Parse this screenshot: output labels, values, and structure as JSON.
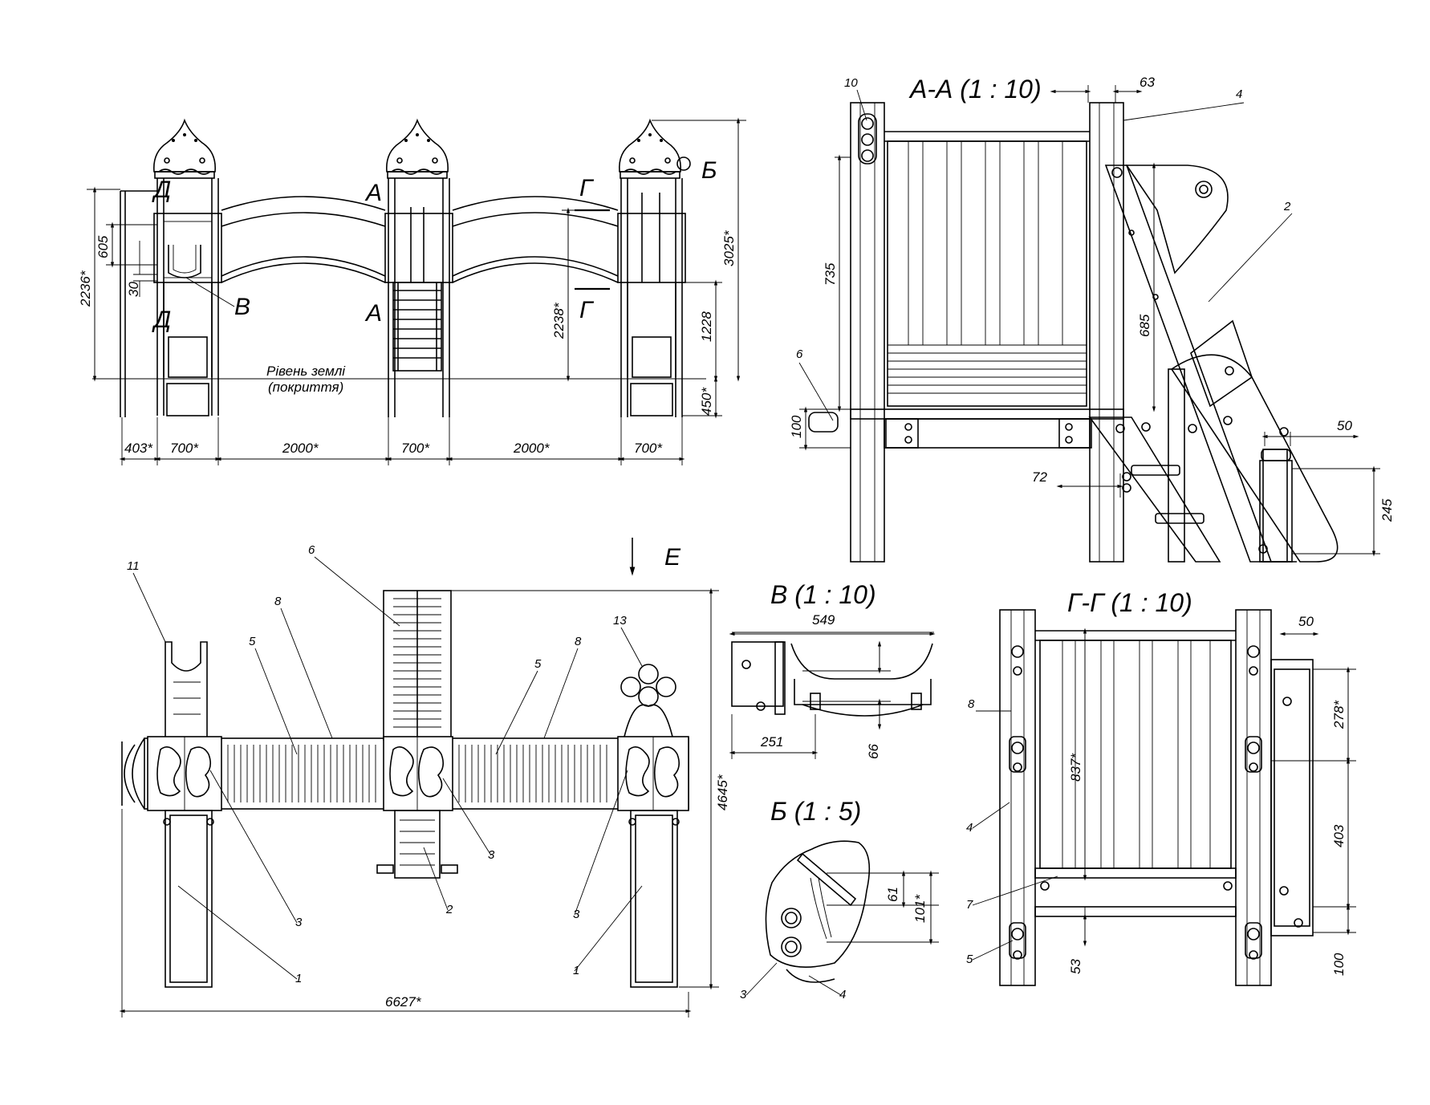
{
  "main_view": {
    "cuts": {
      "a": "А",
      "b": "Б",
      "v": "В",
      "g": "Г",
      "d": "Д"
    },
    "ground_label_1": "Рівень землі",
    "ground_label_2": "(покриття)",
    "dims": {
      "h_605": "605",
      "h_30": "30",
      "h_2236": "2236*",
      "h_2238": "2238*",
      "h_1228": "1228",
      "h_3025": "3025*",
      "h_450": "450*",
      "w_403": "403*",
      "w_700_a": "700*",
      "w_2000_a": "2000*",
      "w_700_b": "700*",
      "w_2000_b": "2000*",
      "w_700_c": "700*"
    }
  },
  "section_aa": {
    "title": "А-А (1 : 10)",
    "dims": {
      "d63": "63",
      "d735": "735",
      "d685": "685",
      "d100": "100",
      "d72": "72",
      "d50": "50",
      "d245": "245"
    },
    "positions": {
      "p10": "10",
      "p4": "4",
      "p2": "2",
      "p6": "6"
    }
  },
  "plan_view": {
    "view_label": "Е",
    "dims": {
      "d4645": "4645*",
      "d6627": "6627*"
    },
    "positions": {
      "p11": "11",
      "p6": "6",
      "p8a": "8",
      "p5a": "5",
      "p5b": "5",
      "p8b": "8",
      "p13": "13",
      "p3a": "3",
      "p1a": "1",
      "p2": "2",
      "p3b": "3",
      "p3c": "3",
      "p1b": "1"
    }
  },
  "detail_v": {
    "title": "В (1 : 10)",
    "dims": {
      "d549": "549",
      "d251": "251",
      "d66": "66"
    }
  },
  "detail_b": {
    "title": "Б (1 : 5)",
    "dims": {
      "d61": "61",
      "d101": "101*"
    },
    "positions": {
      "p3": "3",
      "p4": "4"
    }
  },
  "section_gg": {
    "title": "Г-Г (1 : 10)",
    "dims": {
      "d50": "50",
      "d278": "278*",
      "d837": "837*",
      "d403": "403",
      "d53": "53",
      "d100": "100"
    },
    "positions": {
      "p8": "8",
      "p4": "4",
      "p7": "7",
      "p5": "5"
    }
  }
}
